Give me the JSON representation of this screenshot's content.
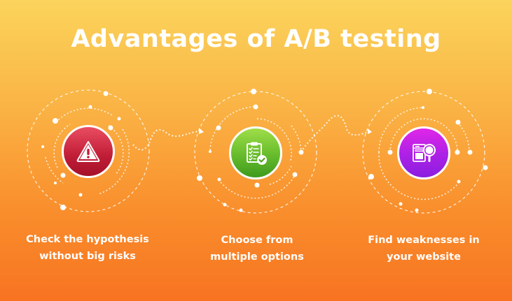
{
  "title": "Advantages of A/B testing",
  "colors": {
    "background_top": "#fbd45c",
    "background_bottom": "#f87322",
    "red_badge": "#d62a45",
    "green_badge": "#6bbf2e",
    "purple_badge": "#b021e6",
    "text": "#ffffff"
  },
  "steps": [
    {
      "icon": "warning-icon",
      "caption_line1": "Check the hypothesis",
      "caption_line2": "without big risks"
    },
    {
      "icon": "clipboard-check-icon",
      "caption_line1": "Choose from",
      "caption_line2": "multiple options"
    },
    {
      "icon": "website-search-icon",
      "caption_line1": "Find weaknesses in",
      "caption_line2": "your website"
    }
  ]
}
